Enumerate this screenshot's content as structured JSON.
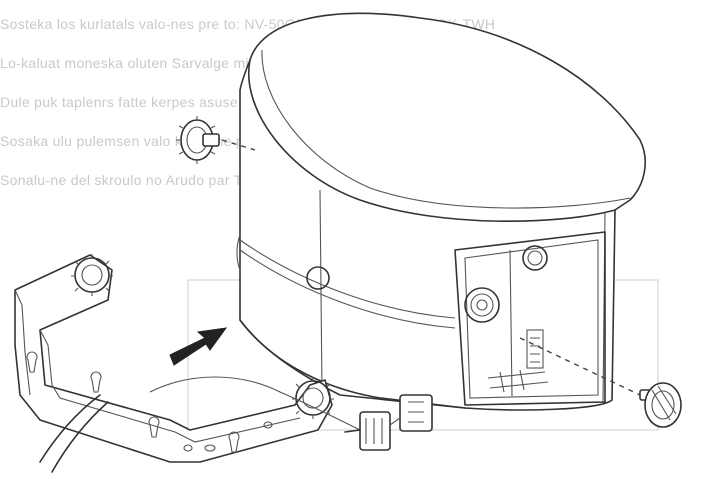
{
  "bleed_through_text": [
    "Sosteka los kurlatals valo-nes pre to: NV-50GP-M5-TWH, NV-5000-BK-TWH",
    "Lo-kaluat moneska oluten Sarvalge mit NV-5000-BK-TWH, NV-5500-BK-TWH",
    "Dule puk taplenrs fatte kerpes asuse he NV-4005-BK-TWH, NV-5005-BK-TWH",
    "Sosaka ulu pulemsen valo kerne he para 5009-TWH, NV-5010-BK-TWH",
    "Sonalu-ne del skroulo no Arudo par TWH tedo-rice NV-5000-BK-TWH"
  ],
  "colors": {
    "line": "#333333",
    "bleed": "#c9c9c9",
    "arrow": "#222222"
  },
  "icons": [
    "knob-icon",
    "arrow-icon",
    "connector-icon",
    "screw-wheel-icon"
  ]
}
